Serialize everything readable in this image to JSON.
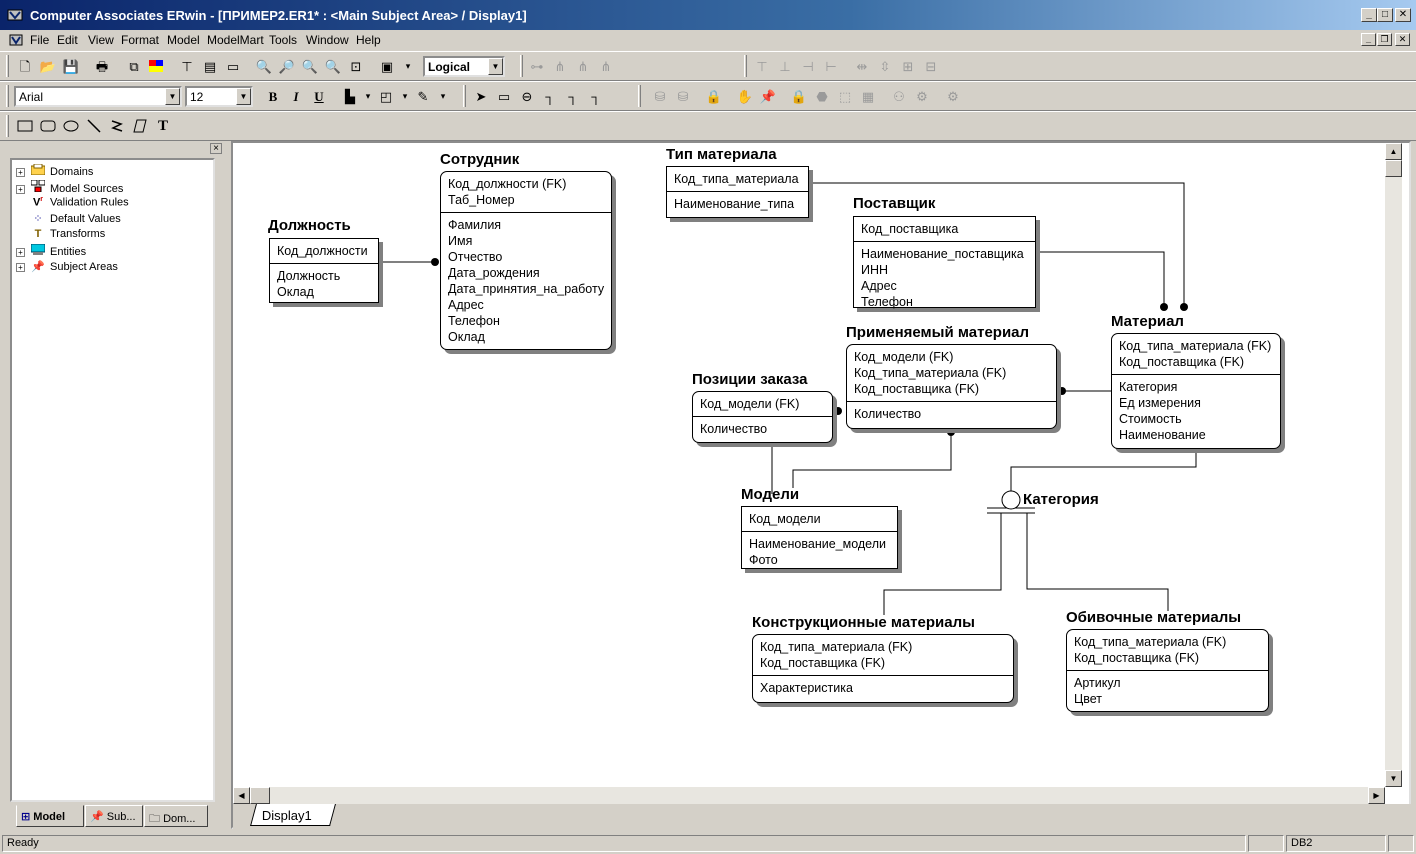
{
  "window": {
    "title": "Computer Associates ERwin - [ПРИМЕР2.ER1* : <Main Subject Area> / Display1]",
    "minimize": "_",
    "maximize": "□",
    "close": "✕"
  },
  "menu": {
    "items": [
      "File",
      "Edit",
      "View",
      "Format",
      "Model",
      "ModelMart",
      "Tools",
      "Window",
      "Help"
    ]
  },
  "toolbar": {
    "view_level": "Logical",
    "font_name": "Arial",
    "font_size": "12",
    "bold": "B",
    "italic": "I",
    "underline": "U",
    "text_tool": "T"
  },
  "browser": {
    "close": "×",
    "tree": [
      {
        "label": "Domains",
        "expandable": true,
        "icon": "folder-icon"
      },
      {
        "label": "Model Sources",
        "expandable": true,
        "icon": "model-sources-icon"
      },
      {
        "label": "Validation Rules",
        "expandable": false,
        "icon": "validation-rule-icon"
      },
      {
        "label": "Default Values",
        "expandable": false,
        "icon": "default-values-icon"
      },
      {
        "label": "Transforms",
        "expandable": false,
        "icon": "transform-icon"
      },
      {
        "label": "Entities",
        "expandable": true,
        "icon": "entities-icon"
      },
      {
        "label": "Subject Areas",
        "expandable": true,
        "icon": "subject-area-icon"
      }
    ],
    "tabs": [
      "Model",
      "Sub...",
      "Dom..."
    ]
  },
  "diagram": {
    "entities": [
      {
        "name": "Должность",
        "pk": [
          "Код_должности"
        ],
        "attrs": [
          "Должность",
          "Оклад"
        ]
      },
      {
        "name": "Сотрудник",
        "pk": [
          "Код_должности (FK)",
          "Таб_Номер"
        ],
        "attrs": [
          "Фамилия",
          "Имя",
          "Отчество",
          "Дата_рождения",
          "Дата_принятия_на_работу",
          "Адрес",
          "Телефон",
          "Оклад"
        ]
      },
      {
        "name": "Тип материала",
        "pk": [
          "Код_типа_материала"
        ],
        "attrs": [
          "Наименование_типа"
        ]
      },
      {
        "name": "Поставщик",
        "pk": [
          "Код_поставщика"
        ],
        "attrs": [
          "Наименование_поставщика",
          "ИНН",
          "Адрес",
          "Телефон"
        ]
      },
      {
        "name": "Материал",
        "pk": [
          "Код_типа_материала (FK)",
          "Код_поставщика (FK)"
        ],
        "attrs": [
          "Категория",
          "Ед измерения",
          "Стоимость",
          "Наименование"
        ]
      },
      {
        "name": "Применяемый материал",
        "pk": [
          "Код_модели (FK)",
          "Код_типа_материала (FK)",
          "Код_поставщика (FK)"
        ],
        "attrs": [
          "Количество"
        ]
      },
      {
        "name": "Позиции заказа",
        "pk": [
          "Код_модели (FK)"
        ],
        "attrs": [
          "Количество"
        ]
      },
      {
        "name": "Модели",
        "pk": [
          "Код_модели"
        ],
        "attrs": [
          "Наименование_модели",
          "Фото"
        ]
      },
      {
        "name": "Конструкционные материалы",
        "pk": [
          "Код_типа_материала (FK)",
          "Код_поставщика (FK)"
        ],
        "attrs": [
          "Характеристика"
        ]
      },
      {
        "name": "Обивочные материалы",
        "pk": [
          "Код_типа_материала (FK)",
          "Код_поставщика (FK)"
        ],
        "attrs": [
          "Артикул",
          "Цвет"
        ]
      }
    ],
    "category_label": "Категория"
  },
  "sheet_tab": "Display1",
  "status": {
    "message": "Ready",
    "db": "DB2"
  }
}
